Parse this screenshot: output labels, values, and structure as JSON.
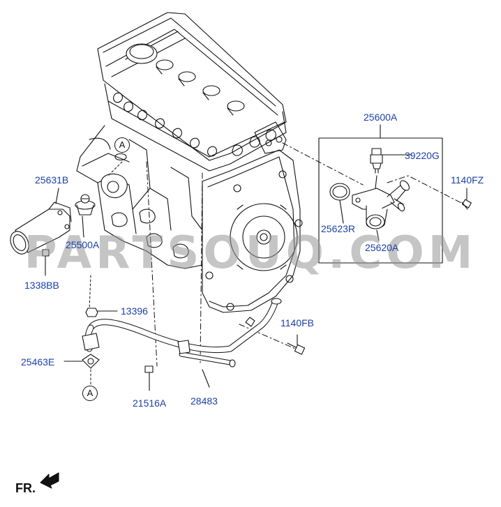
{
  "watermark": "PARTSOUQ.COM",
  "direction_label": "FR.",
  "ref_marker": "A",
  "accent_color": "#1c3fa8",
  "line_color": "#111111",
  "parts": [
    {
      "id": "25600A",
      "label": "25600A"
    },
    {
      "id": "39220G",
      "label": "39220G"
    },
    {
      "id": "1140FZ",
      "label": "1140FZ"
    },
    {
      "id": "25623R",
      "label": "25623R"
    },
    {
      "id": "25620A",
      "label": "25620A"
    },
    {
      "id": "25631B",
      "label": "25631B"
    },
    {
      "id": "25500A",
      "label": "25500A"
    },
    {
      "id": "1338BB",
      "label": "1338BB"
    },
    {
      "id": "13396",
      "label": "13396"
    },
    {
      "id": "1140FB",
      "label": "1140FB"
    },
    {
      "id": "25463E",
      "label": "25463E"
    },
    {
      "id": "21516A",
      "label": "21516A"
    },
    {
      "id": "28483",
      "label": "28483"
    }
  ]
}
